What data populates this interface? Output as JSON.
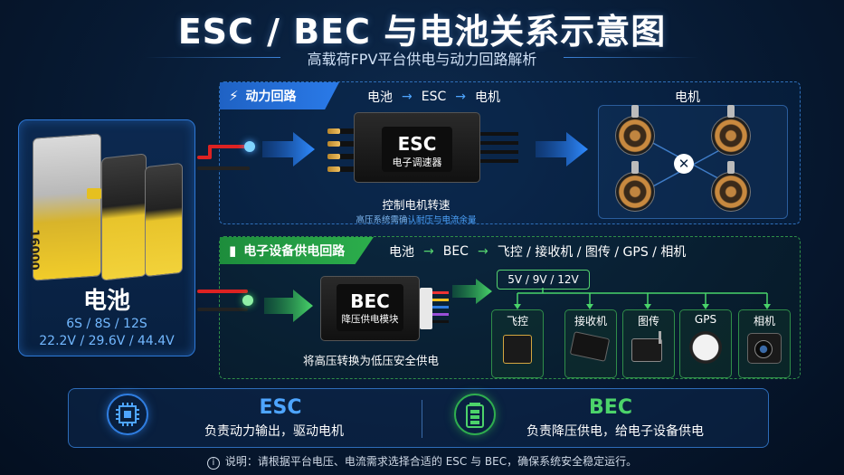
{
  "title": "ESC / BEC 与电池关系示意图",
  "subtitle": "高载荷FPV平台供电与动力回路解析",
  "battery": {
    "label": "电池",
    "cells": "6S / 8S / 12S",
    "voltages": "22.2V / 29.6V / 44.4V",
    "pack_text": "16000"
  },
  "power_loop": {
    "tab": "动力回路",
    "flow": [
      "电池",
      "ESC",
      "电机"
    ],
    "esc_title": "ESC",
    "esc_sub": "电子调速器",
    "caption": "控制电机转速",
    "note_prefix": "高压系统需确",
    "note_highlight": "认耐压与电流余量",
    "motor_label": "电机"
  },
  "electronics_loop": {
    "tab": "电子设备供电回路",
    "flow": [
      "电池",
      "BEC",
      "飞控 / 接收机 / 图传 / GPS / 相机"
    ],
    "bec_title": "BEC",
    "bec_sub": "降压供电模块",
    "caption": "将高压转换为低压安全供电",
    "voltages": "5V / 9V / 12V",
    "devices": [
      {
        "label": "飞控",
        "icon": "flight-controller-icon"
      },
      {
        "label": "接收机",
        "icon": "receiver-icon"
      },
      {
        "label": "图传",
        "icon": "video-transmitter-icon"
      },
      {
        "label": "GPS",
        "icon": "gps-icon"
      },
      {
        "label": "相机",
        "icon": "camera-icon"
      }
    ]
  },
  "summary": {
    "esc_title": "ESC",
    "esc_desc": "负责动力输出，驱动电机",
    "bec_title": "BEC",
    "bec_desc": "负责降压供电，给电子设备供电"
  },
  "footnote": "说明：请根据平台电压、电流需求选择合适的 ESC 与 BEC，确保系统安全稳定运行。",
  "colors": {
    "power_accent": "#2a7ae8",
    "electronics_accent": "#2cae4c",
    "background": "#071a33"
  }
}
